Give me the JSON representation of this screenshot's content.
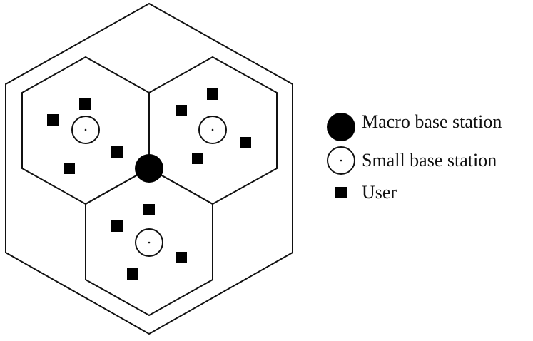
{
  "legend": {
    "macro_label": "Macro base station",
    "small_label": "Small base station",
    "user_label": "User"
  },
  "colors": {
    "line": "#111111",
    "fill": "#000000",
    "background": "#ffffff"
  }
}
